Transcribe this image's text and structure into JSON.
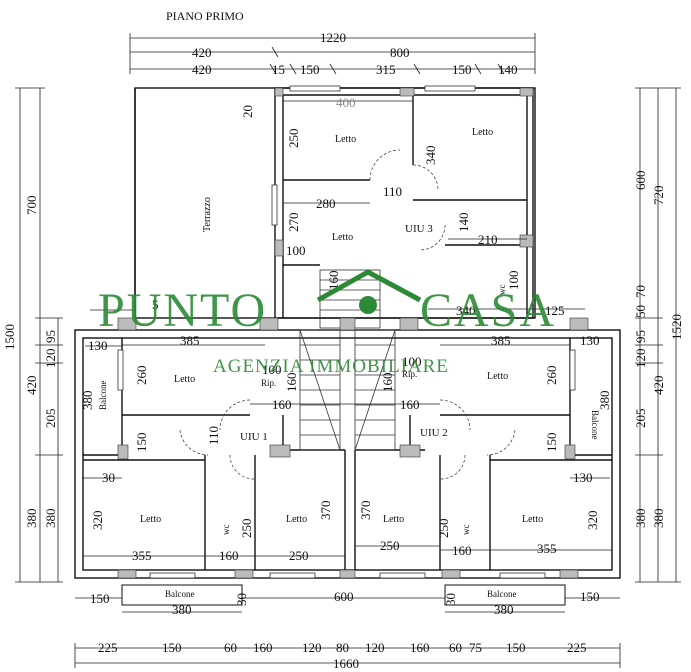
{
  "title": "PIANO PRIMO",
  "watermark": {
    "word1": "PUNTO",
    "word2": "CASA",
    "subtitle": "AGENZIA IMMOBILIARE",
    "color": "#2c8a36"
  },
  "units": {
    "u1": "UIU 1",
    "u2": "UIU 2",
    "u3": "UIU 3"
  },
  "rooms": {
    "letto": "Letto",
    "wc": "wc",
    "rip": "Rip.",
    "balcone": "Balcone",
    "terrazzo": "Terrazzo"
  },
  "dims_top": {
    "row1": [
      "1220"
    ],
    "row2": [
      "420",
      "800"
    ],
    "row3": [
      "420",
      "15",
      "150",
      "315",
      "150",
      "140"
    ]
  },
  "dims_bottom": {
    "row1": [
      "225",
      "150",
      "60",
      "160",
      "120",
      "80",
      "120",
      "160",
      "60",
      "75",
      "150",
      "225"
    ],
    "total": "1660",
    "mid": [
      "150",
      "380",
      "30",
      "600",
      "30",
      "380",
      "150"
    ]
  },
  "dims_left": [
    "1500",
    "700",
    "420",
    "120",
    "95",
    "205",
    "380",
    "380",
    "420",
    "205",
    "320",
    "30",
    "130"
  ],
  "dims_right": [
    "600",
    "720",
    "1520",
    "70",
    "50",
    "95",
    "120",
    "420",
    "205",
    "380",
    "380",
    "320",
    "130"
  ],
  "dims_inner": {
    "top_width": "400",
    "a": "250",
    "b": "340",
    "c": "110",
    "d": "280",
    "e": "270",
    "f": "100",
    "g": "140",
    "h": "210",
    "i": "160",
    "j": "100",
    "k": "5",
    "l": "125",
    "m": "385",
    "n": "260",
    "o": "100",
    "p": "160",
    "q": "110",
    "r": "150",
    "s": "370",
    "t": "250",
    "u": "355",
    "v": "160",
    "w": "340",
    "x": "20"
  }
}
